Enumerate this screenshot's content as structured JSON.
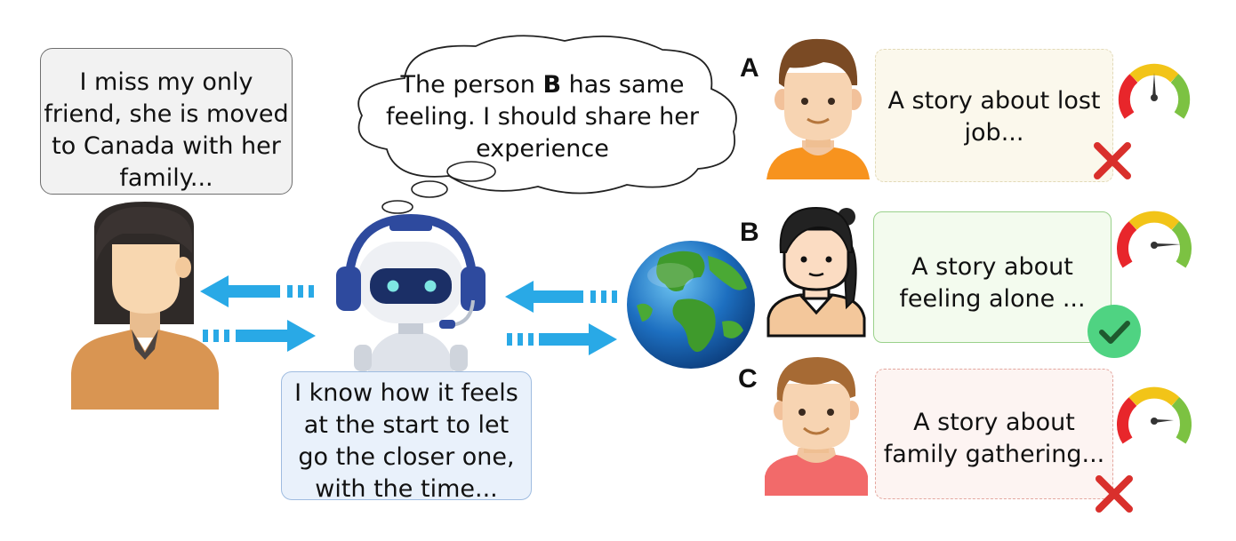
{
  "user_message": [
    "I miss my only",
    "friend, she is moved",
    "to Canada with her",
    "family..."
  ],
  "thought": {
    "line1_prefix": "The person ",
    "line1_bold": "B",
    "line1_suffix": " has same",
    "line2": "feeling. I should share her",
    "line3": "experience"
  },
  "bot_reply": [
    "I know how it feels",
    "at the start to let",
    "go the closer one,",
    "with the time..."
  ],
  "candidates": [
    {
      "label": "A",
      "story": [
        "A story about lost",
        "job..."
      ],
      "match": "cross-icon"
    },
    {
      "label": "B",
      "story": [
        "A story about",
        "feeling alone ..."
      ],
      "match": "check-icon"
    },
    {
      "label": "C",
      "story": [
        "A story about",
        "family gathering..."
      ],
      "match": "cross-icon"
    }
  ],
  "colors": {
    "arrow": "#29a9e6",
    "check_bg": "#4fd382",
    "cross": "#d9302c",
    "gauge_red": "#e8262b",
    "gauge_yellow": "#f2c418",
    "gauge_green": "#7cc242"
  }
}
